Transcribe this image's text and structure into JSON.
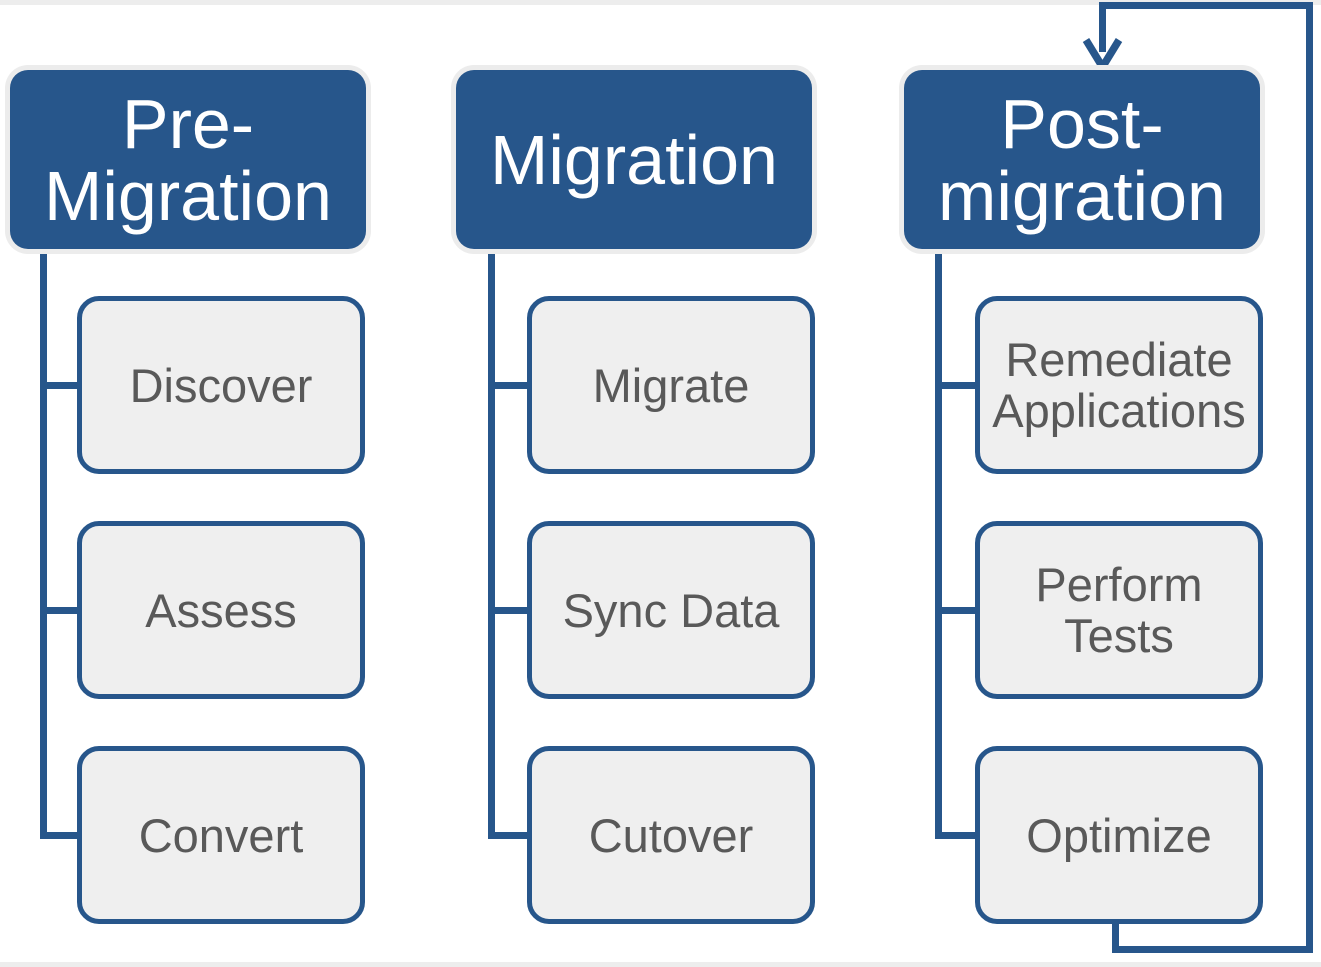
{
  "diagram": {
    "type": "process-flow",
    "columns": [
      {
        "id": "pre-migration",
        "header": {
          "label": "Pre-Migration",
          "lines": [
            "Pre-",
            "Migration"
          ]
        },
        "children": [
          "Discover",
          "Assess",
          "Convert"
        ]
      },
      {
        "id": "migration",
        "header": {
          "label": "Migration",
          "lines": [
            "Migration"
          ]
        },
        "children": [
          "Migrate",
          "Sync Data",
          "Cutover"
        ]
      },
      {
        "id": "post-migration",
        "header": {
          "label": "Post-migration",
          "lines": [
            "Post-",
            "migration"
          ]
        },
        "children": [
          "Remediate Applications",
          "Perform Tests",
          "Optimize"
        ]
      }
    ],
    "feedback_loop": {
      "from": "Optimize",
      "to": "Post-migration",
      "direction": "bottom-right-up-and-over",
      "arrowhead": "down-chevron"
    },
    "colors": {
      "header_fill": "#27568B",
      "header_text": "#FFFFFF",
      "header_halo": "#ECECEC",
      "connector": "#27568B",
      "node_fill": "#EFEFEF",
      "node_border": "#27568B",
      "node_text": "#595959",
      "edge_strip": "#EDEDED",
      "background": "#FFFFFF"
    }
  }
}
